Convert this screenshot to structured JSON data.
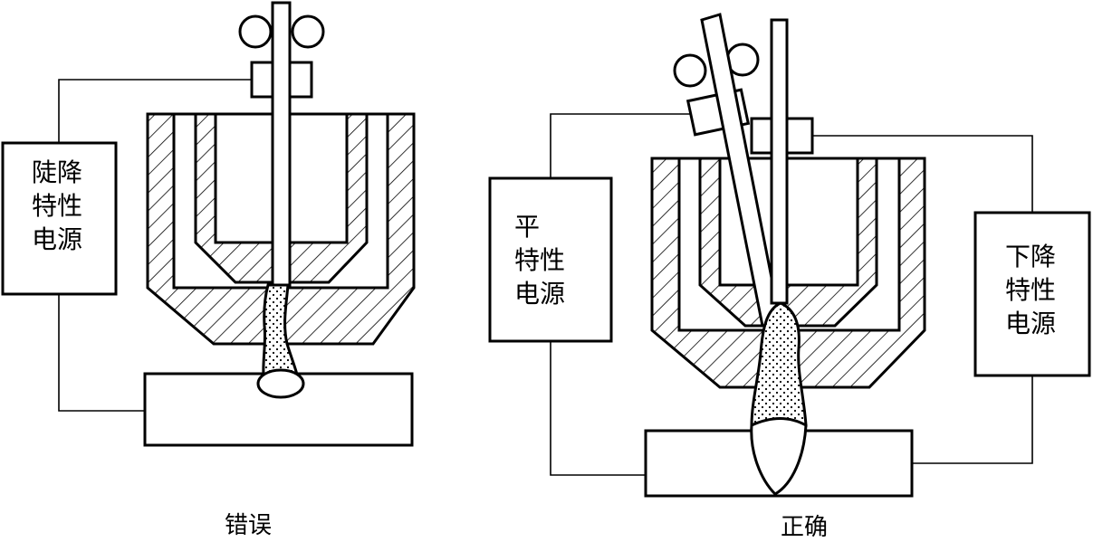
{
  "left_panel": {
    "power_supply_label": "陡降\n特性\n电源",
    "caption": "错误"
  },
  "right_panel": {
    "flat_power_supply_label": "平\n特性\n电源",
    "drooping_power_supply_label": "下降\n特性\n电源",
    "caption": "正确"
  }
}
